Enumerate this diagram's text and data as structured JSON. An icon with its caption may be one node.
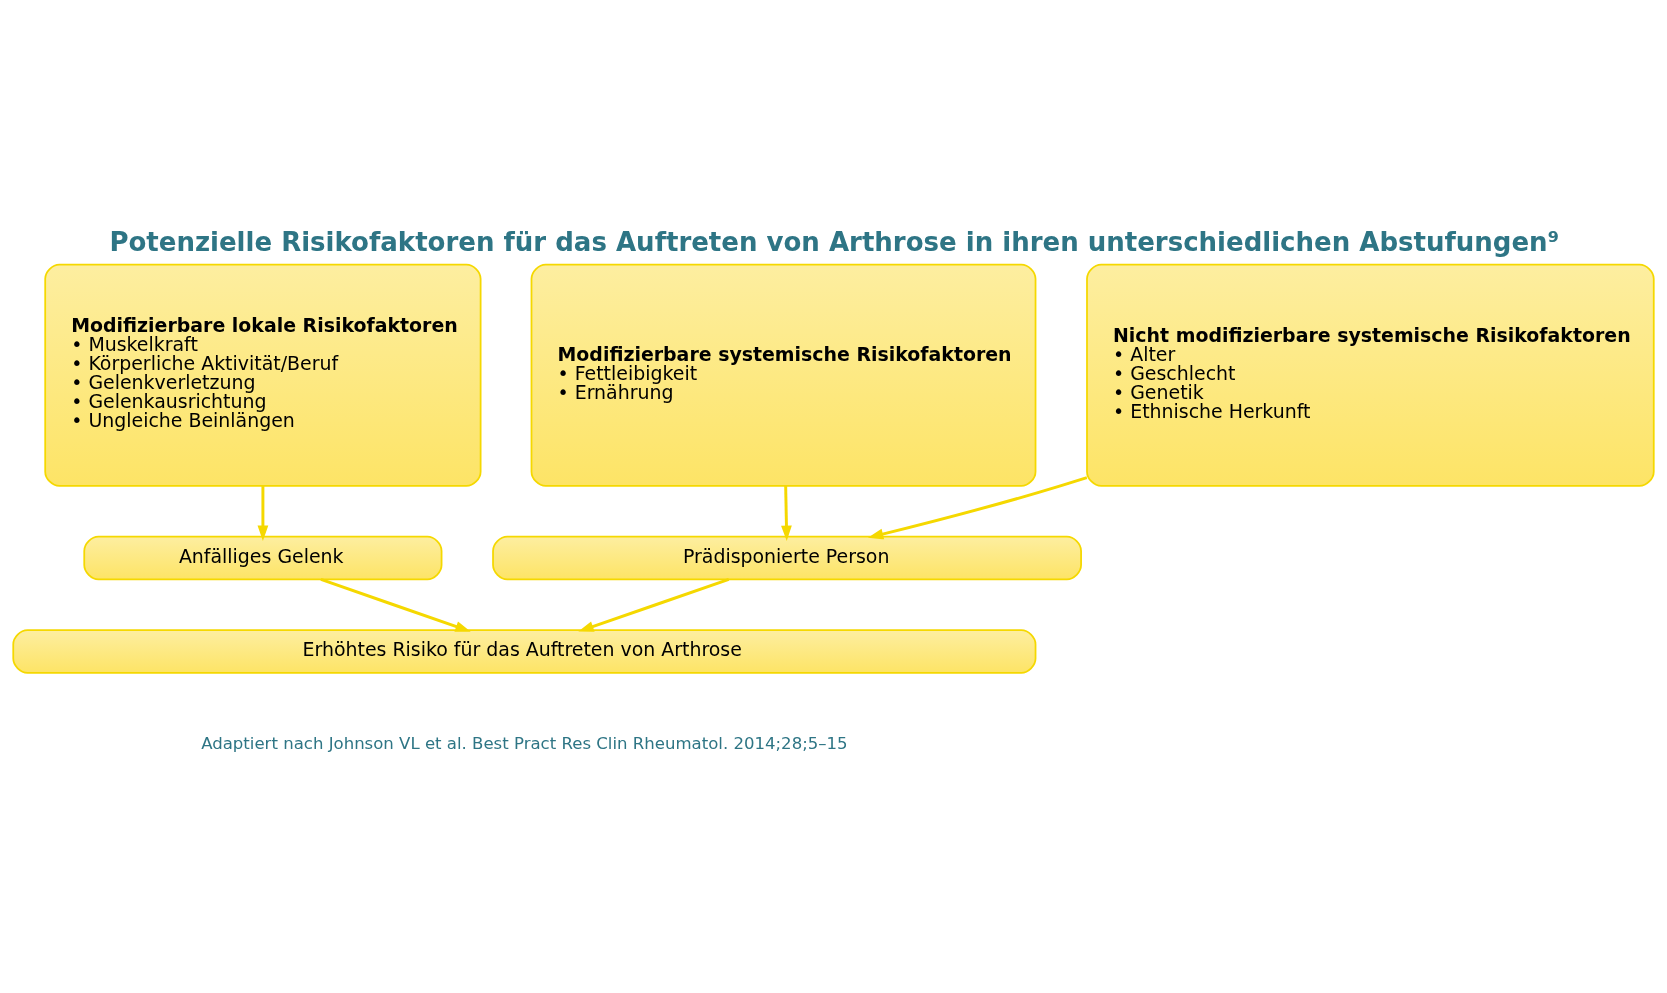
{
  "diagram": {
    "title": "Potenzielle Risikofaktoren für das Auftreten von Arthrose in ihren unterschiedlichen Abstufungen⁹",
    "nodes": [
      {
        "text": [
          "Modifizierbare lokale Risikofaktoren",
          "• Muskelkraft",
          "• Körperliche Aktivität/Beruf",
          "• Gelenkverletzung",
          "• Gelenkausrichtung",
          "• Ungleiche Beinlängen"
        ]
      },
      {
        "text": [
          "Modifizierbare systemische Risikofaktoren",
          "• Fettleibigkeit",
          "• Ernährung"
        ]
      },
      {
        "text": [
          "Nicht modifizierbare systemische Risikofaktoren",
          "• Alter",
          "• Geschlecht",
          "• Genetik",
          "• Ethnische Herkunft"
        ]
      },
      {
        "text": [
          "Anfälliges Gelenk"
        ]
      },
      {
        "text": [
          "Prädisponierte Person"
        ]
      },
      {
        "text": [
          "Erhöhtes Risiko für das Auftreten von Arthrose"
        ]
      }
    ],
    "edges": [
      {
        "from": 0,
        "to": 3,
        "arrow": "to"
      },
      {
        "from": 1,
        "to": 4,
        "arrow": "to"
      },
      {
        "from": 2,
        "to": 4,
        "arrow": "to"
      },
      {
        "from": 3,
        "to": 5,
        "arrow": "to"
      },
      {
        "from": 4,
        "to": 5,
        "arrow": "to"
      }
    ],
    "labels": [
      "Adaptiert nach Johnson VL et al. Best Pract Res Clin Rheumatol. 2014;28;5–15"
    ]
  }
}
